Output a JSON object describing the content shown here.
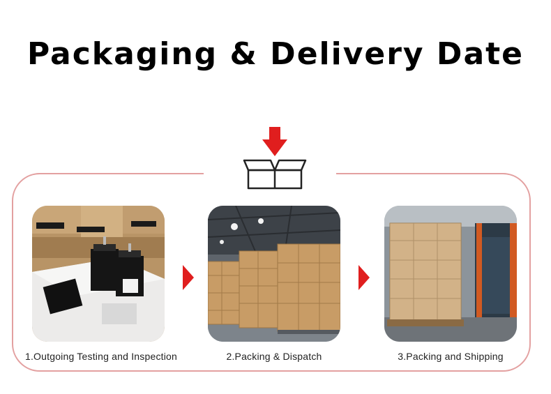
{
  "title": "Packaging & Delivery Date",
  "colors": {
    "accent": "#e01e1e",
    "frame": "#e3a0a0"
  },
  "icons": {
    "top": "open-box-with-down-arrow-icon",
    "step_arrow": "triangle-right-icon"
  },
  "steps": [
    {
      "label": "1.Outgoing Testing and Inspection",
      "image": "stepper-motors-in-foam-packaging"
    },
    {
      "label": "2.Packing & Dispatch",
      "image": "warehouse-stacked-cartons"
    },
    {
      "label": "3.Packing and Shipping",
      "image": "palletized-cartons-at-truck"
    }
  ]
}
